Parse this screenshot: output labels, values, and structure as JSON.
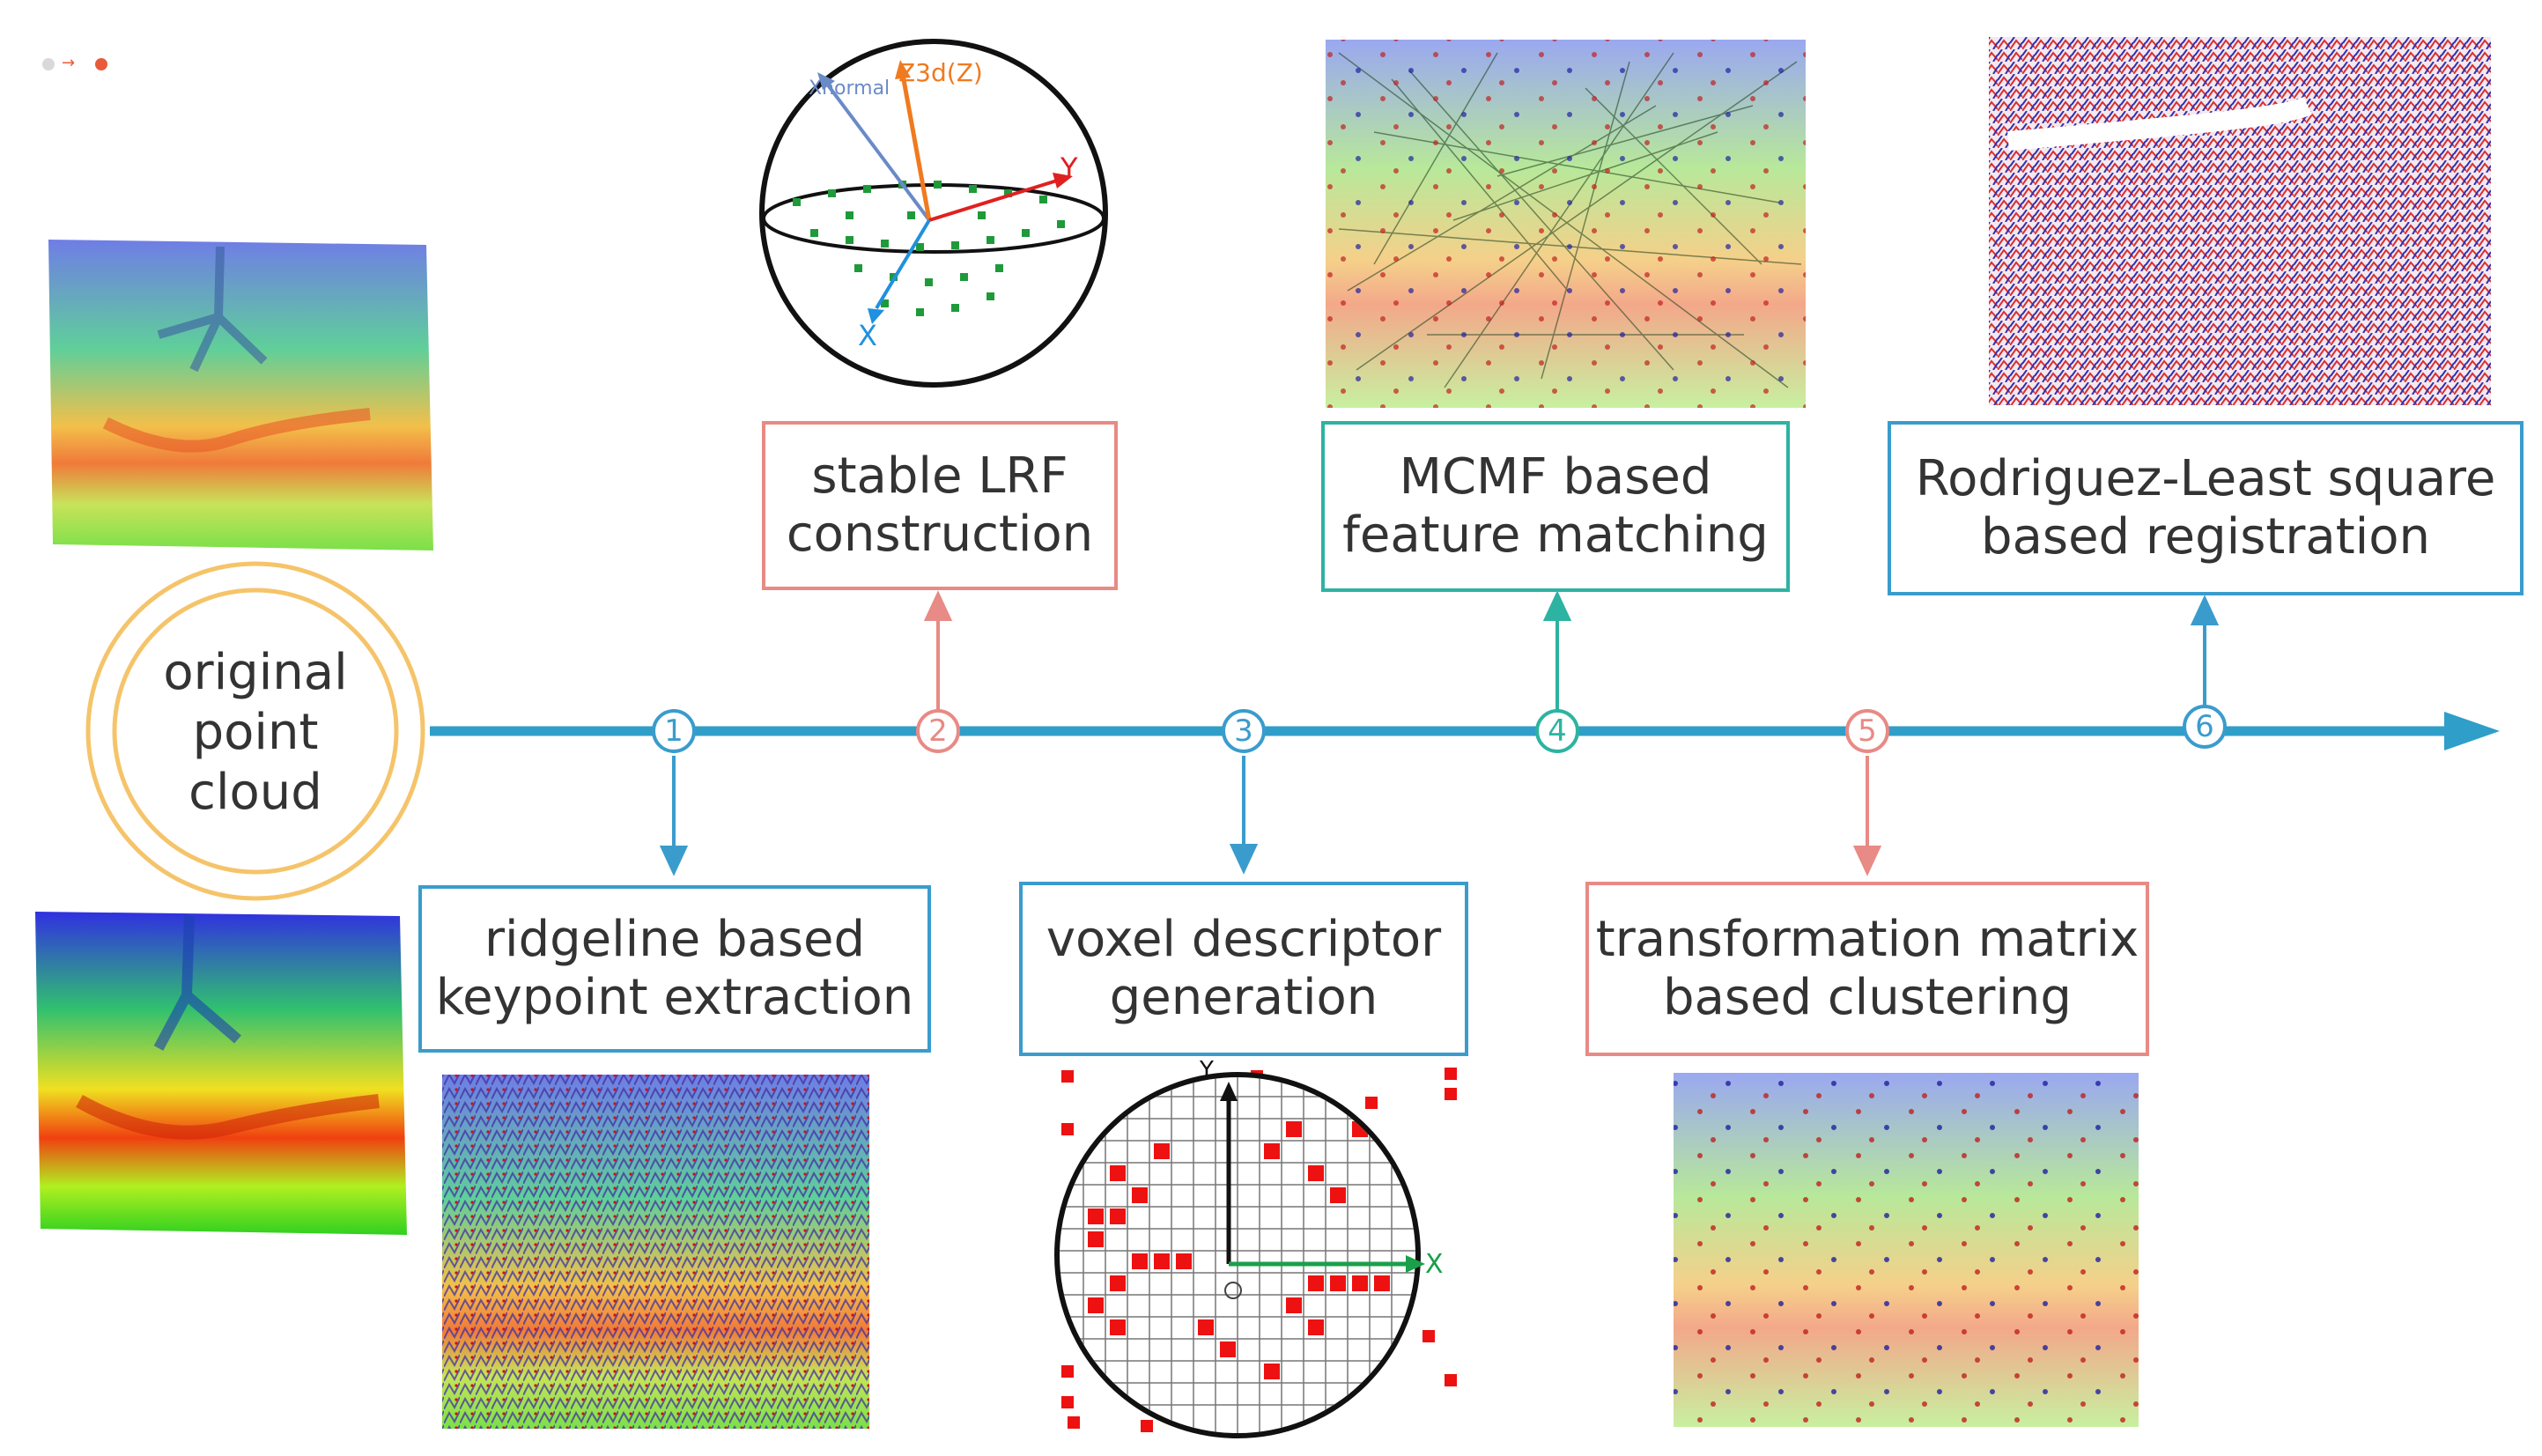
{
  "colors": {
    "timeline": "#2f9ec9",
    "blue_stage": "#3a9ccc",
    "pink_stage": "#e88a85",
    "teal_stage": "#2db3a2",
    "origin_ring": "#f5c46a",
    "keypoint_red": "#d81b1b",
    "keypoint_blue": "#2222aa"
  },
  "origin": {
    "label_lines": [
      "original",
      "point",
      "cloud"
    ]
  },
  "stages": [
    {
      "number": "1",
      "lines": [
        "ridgeline based",
        "keypoint extraction"
      ],
      "color": "blue"
    },
    {
      "number": "2",
      "lines": [
        "stable LRF",
        "construction"
      ],
      "color": "pink"
    },
    {
      "number": "3",
      "lines": [
        "voxel descriptor",
        "generation"
      ],
      "color": "blue"
    },
    {
      "number": "4",
      "lines": [
        "MCMF based",
        "feature matching"
      ],
      "color": "teal"
    },
    {
      "number": "5",
      "lines": [
        "transformation matrix",
        "based clustering"
      ],
      "color": "pink"
    },
    {
      "number": "6",
      "lines": [
        "Rodriguez-Least square",
        "based registration"
      ],
      "color": "blue"
    }
  ],
  "lrf_sphere": {
    "axis_x": "X",
    "axis_y": "Y",
    "axis_z": "Z3d(Z)",
    "axis_normal": "Xnormal"
  },
  "voxel_grid": {
    "axis_x": "X",
    "axis_y": "Y",
    "origin": "O"
  },
  "window_controls": [
    "dot-grey",
    "arrow",
    "dot-red"
  ]
}
